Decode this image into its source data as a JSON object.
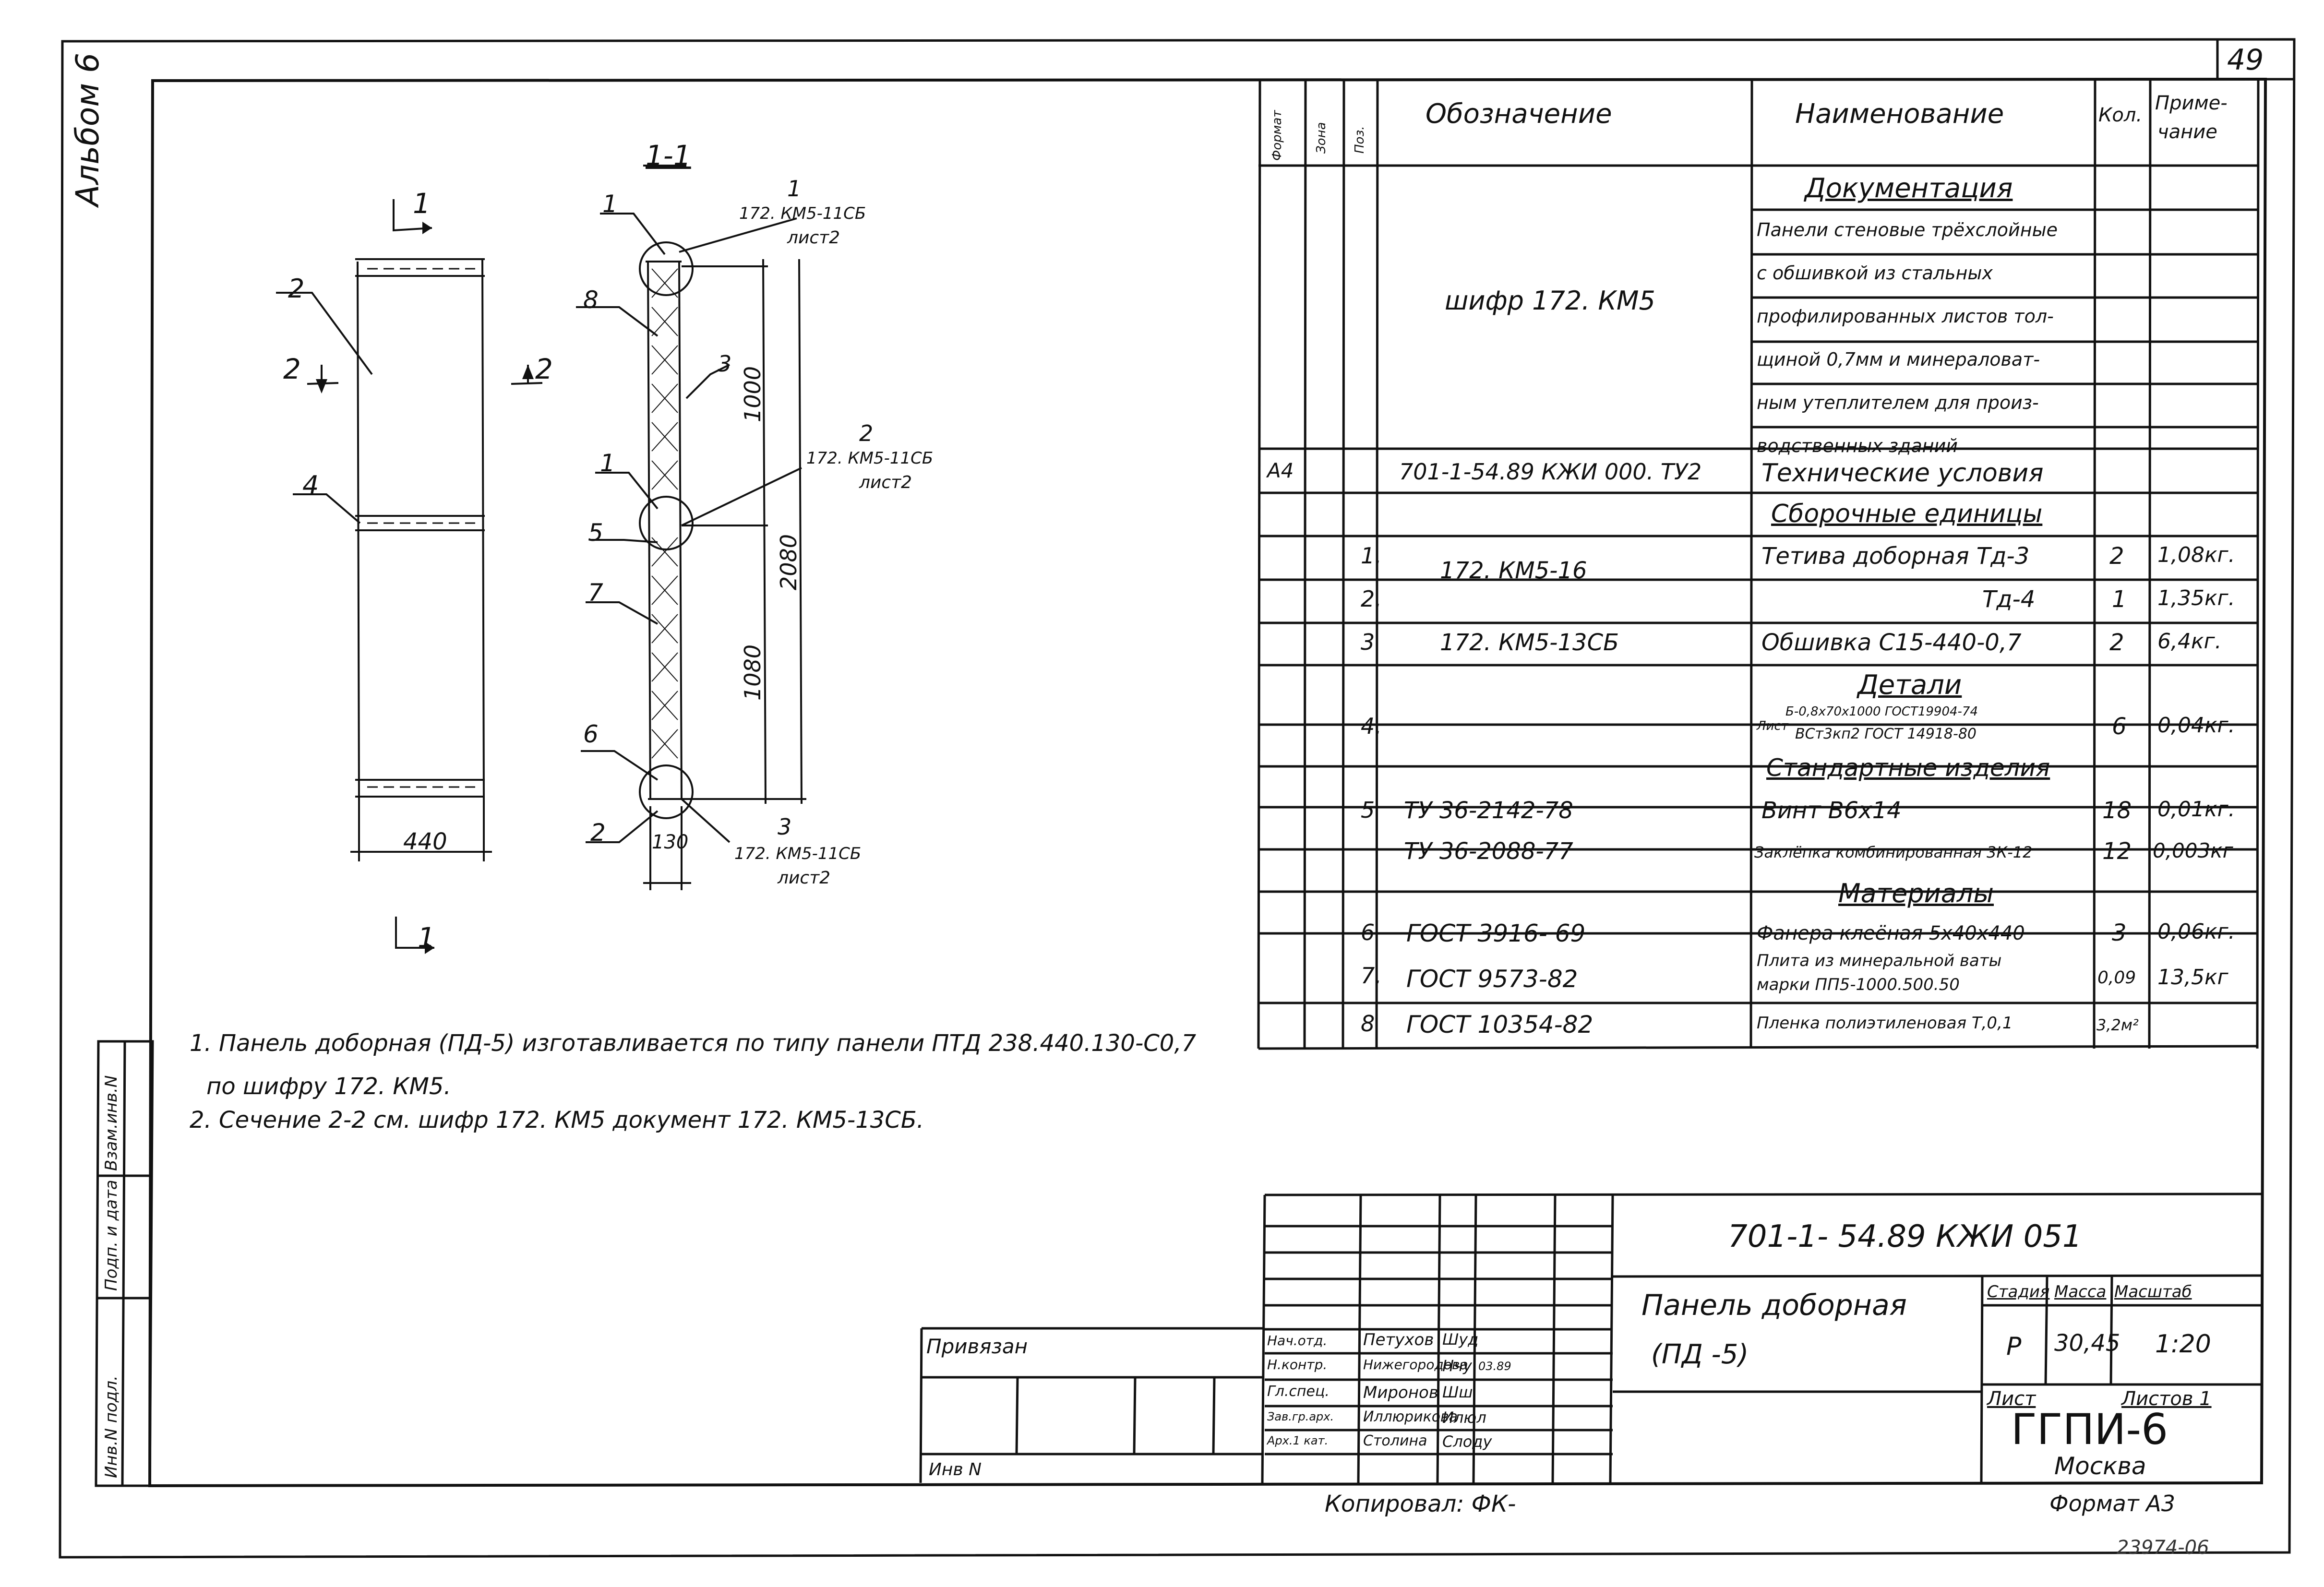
{
  "sheet_number": "49",
  "album": "Альбом 6",
  "drawing": {
    "section_label": "1-1",
    "cut_mark": "1",
    "cut_mark_2": "2",
    "width_dim": "440",
    "depth_dim": "130",
    "dims": [
      "1000",
      "2080",
      "1080"
    ],
    "positions": [
      "1",
      "2",
      "3",
      "4",
      "5",
      "6",
      "7",
      "8"
    ],
    "callouts": [
      {
        "num": "1",
        "ref": "172. КМ5-11СБ",
        "sheet": "лист2"
      },
      {
        "num": "2",
        "ref": "172. КМ5-11СБ",
        "sheet": "лист2"
      },
      {
        "num": "3",
        "ref": "172. КМ5-11СБ",
        "sheet": "лист2"
      }
    ]
  },
  "spec": {
    "headers": [
      "Формат",
      "Зона",
      "Поз.",
      "Обозначение",
      "Наименование",
      "Кол.",
      "Примечание"
    ],
    "header_note_1": "Приме-",
    "header_note_2": "чание",
    "doc_section": "Документация",
    "doc_designation": "шифр 172. КМ5",
    "doc_lines": [
      "Панели стеновые трёхслойные",
      "с обшивкой из стальных",
      "профилированных листов тол-",
      "щиной 0,7мм и минераловат-",
      "ным утеплителем для произ-",
      "водственных зданий"
    ],
    "tu_format": "А4",
    "tu_designation": "701-1-54.89 КЖИ 000. ТУ2",
    "tu_name": "Технические условия",
    "assembly_section": "Сборочные единицы",
    "rows": [
      {
        "pos": "1.",
        "des": "172. КМ5-16",
        "name": "Тетива доборная Тд-3",
        "qty": "2",
        "note": "1,08кг."
      },
      {
        "pos": "2.",
        "des": "",
        "name": "Тд-4",
        "qty": "1",
        "note": "1,35кг."
      },
      {
        "pos": "3",
        "des": "172. КМ5-13СБ",
        "name": "Обшивка С15-440-0,7",
        "qty": "2",
        "note": "6,4кг."
      }
    ],
    "details_section": "Детали",
    "detail": {
      "pos": "4.",
      "name_prefix": "Лист",
      "name_top": "Б-0,8х70х1000 ГОСТ19904-74",
      "name_bottom": "ВСт3кп2 ГОСТ 14918-80",
      "qty": "6",
      "note": "0,04кг."
    },
    "standard_section": "Стандартные изделия",
    "standard": [
      {
        "pos": "5",
        "des": "ТУ 36-2142-78",
        "name": "Винт В6х14",
        "qty": "18",
        "note": "0,01кг."
      },
      {
        "pos": "",
        "des": "ТУ 36-2088-77",
        "name": "Заклёпка комбинированная 3К-12",
        "qty": "12",
        "note": "0,003кг"
      }
    ],
    "materials_section": "Материалы",
    "materials": [
      {
        "pos": "6",
        "des": "ГОСТ 3916- 69",
        "name": "Фанера клеёная 5х40х440",
        "name2": "",
        "qty": "3",
        "note": "0,06кг."
      },
      {
        "pos": "7.",
        "des": "ГОСТ 9573-82",
        "name": "Плита из минеральной ваты",
        "name2": "марки ПП5-1000.500.50",
        "qty": "0,09",
        "note": "13,5кг"
      },
      {
        "pos": "8",
        "des": "ГОСТ 10354-82",
        "name": "Пленка полиэтиленовая Т,0,1",
        "name2": "",
        "qty": "3,2м²",
        "note": ""
      }
    ]
  },
  "notes": [
    "1. Панель доборная (ПД-5) изготавливается по типу панели ПТД 238.440.130-С0,7",
    "по шифру 172. КМ5.",
    "2. Сечение 2-2 см. шифр 172. КМ5 документ 172. КМ5-13СБ."
  ],
  "title_block": {
    "doc_code": "701-1- 54.89 КЖИ 051",
    "title_1": "Панель доборная",
    "title_2": "(ПД -5)",
    "stage_label": "Стадия",
    "mass_label": "Масса",
    "scale_label": "Масштаб",
    "stage": "Р",
    "mass": "30,45",
    "scale": "1:20",
    "sheet_label": "Лист",
    "sheets_label": "Листов 1",
    "org": "ГГПИ-6",
    "city": "Москва",
    "tied_label": "Привязан",
    "inv_label": "Инв N",
    "people": [
      {
        "role": "Нач.отд.",
        "name": "Петухов",
        "sign": "Шуд"
      },
      {
        "role": "Н.контр.",
        "name": "Нижегородова",
        "sign": "Нчу",
        "date": "03.89"
      },
      {
        "role": "Гл.спец.",
        "name": "Миронов",
        "sign": "Шш"
      },
      {
        "role": "Зав.гр.арх.",
        "name": "Иллюрикова",
        "sign": "Илюл"
      },
      {
        "role": "Арх.1 кат.",
        "name": "Столина",
        "sign": "Слоду"
      }
    ],
    "copied": "Копировал: ФК-",
    "format": "Формат А3",
    "order": "23974-06"
  },
  "side_labels": [
    "Инв.N подл.",
    "Подп. и дата",
    "Взам.инв.N"
  ]
}
